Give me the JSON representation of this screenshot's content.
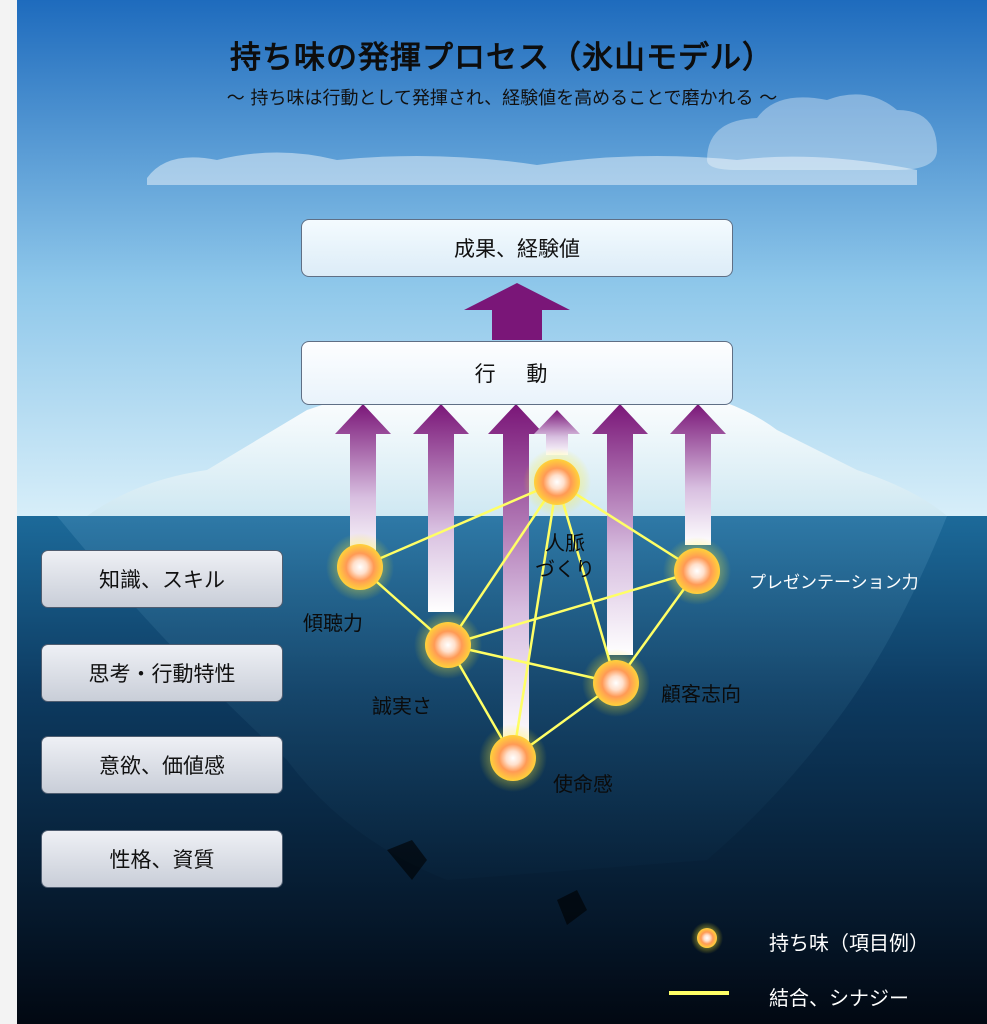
{
  "header": {
    "title": "持ち味の発揮プロセス（氷山モデル）",
    "subtitle": "～ 持ち味は行動として発揮され、経験値を高めることで磨かれる ～"
  },
  "boxes": {
    "result": "成果、経験値",
    "action": "行 動"
  },
  "layers": [
    "知識、スキル",
    "思考・行動特性",
    "意欲、価値感",
    "性格、資質"
  ],
  "strengths": [
    {
      "id": "listening",
      "label": "傾聴力"
    },
    {
      "id": "integrity",
      "label": "誠実さ"
    },
    {
      "id": "networking",
      "label": "人脈\nづくり"
    },
    {
      "id": "presentation",
      "label": "プレゼンテーション力"
    },
    {
      "id": "customer",
      "label": "顧客志向"
    },
    {
      "id": "mission",
      "label": "使命感"
    }
  ],
  "links": [
    [
      "listening",
      "integrity"
    ],
    [
      "listening",
      "networking"
    ],
    [
      "integrity",
      "networking"
    ],
    [
      "integrity",
      "presentation"
    ],
    [
      "integrity",
      "customer"
    ],
    [
      "integrity",
      "mission"
    ],
    [
      "networking",
      "mission"
    ],
    [
      "networking",
      "customer"
    ],
    [
      "networking",
      "presentation"
    ],
    [
      "presentation",
      "customer"
    ],
    [
      "customer",
      "mission"
    ]
  ],
  "legend": {
    "strength": "持ち味（項目例）",
    "link": "結合、シナジー"
  },
  "colors": {
    "arrow": "#7a1678",
    "link": "#ffff66",
    "sky_top": "#1f6dbf",
    "water_deep": "#020a18"
  }
}
